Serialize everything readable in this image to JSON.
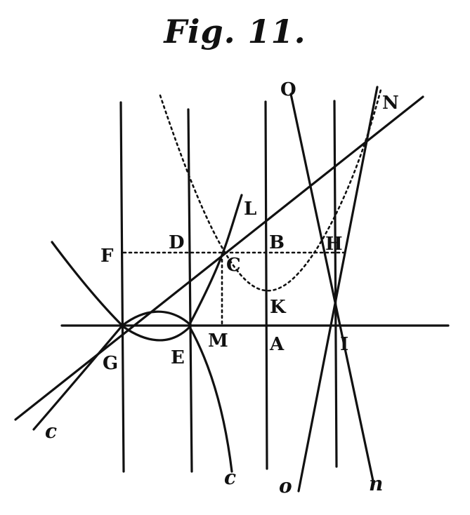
{
  "title": "Fig. 11.",
  "labels": {
    "O": "O",
    "N": "N",
    "L": "L",
    "F": "F",
    "D": "D",
    "B": "B",
    "H": "H",
    "C": "C",
    "K": "K",
    "M": "M",
    "A": "A",
    "I": "I",
    "G": "G",
    "E": "E",
    "c_left": "c",
    "c_bottom": "c",
    "o_bottom": "o",
    "n_bottom": "n"
  }
}
